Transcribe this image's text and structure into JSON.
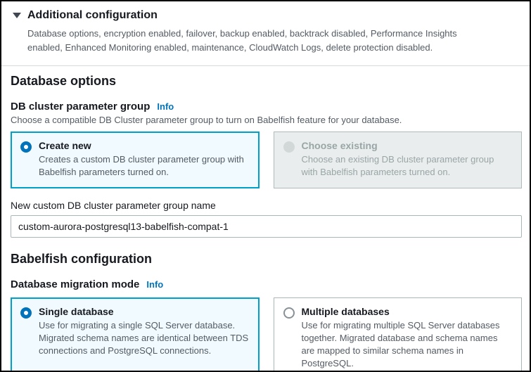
{
  "colors": {
    "accent_blue": "#0073bb",
    "selected_border": "#00a1c9",
    "selected_bg": "#f1faff",
    "disabled_bg": "#e9eded",
    "text_primary": "#16191f",
    "text_secondary": "#545b64"
  },
  "header": {
    "collapse_icon": "triangle-down",
    "title": "Additional configuration",
    "description": "Database options, encryption enabled, failover, backup enabled, backtrack disabled, Performance Insights enabled, Enhanced Monitoring enabled, maintenance, CloudWatch Logs, delete protection disabled."
  },
  "database_options": {
    "heading": "Database options",
    "param_group": {
      "label": "DB cluster parameter group",
      "info_label": "Info",
      "description": "Choose a compatible DB Cluster parameter group to turn on Babelfish feature for your database.",
      "options": [
        {
          "title": "Create new",
          "description": "Creates a custom DB cluster parameter group with Babelfish parameters turned on.",
          "selected": true,
          "disabled": false
        },
        {
          "title": "Choose existing",
          "description": "Choose an existing DB cluster parameter group with Babelfish parameters turned on.",
          "selected": false,
          "disabled": true
        }
      ]
    },
    "new_group_name": {
      "label": "New custom DB cluster parameter group name",
      "value": "custom-aurora-postgresql13-babelfish-compat-1"
    }
  },
  "babelfish": {
    "heading": "Babelfish configuration",
    "migration_mode": {
      "label": "Database migration mode",
      "info_label": "Info",
      "options": [
        {
          "title": "Single database",
          "description": "Use for migrating a single SQL Server database. Migrated schema names are identical between TDS connections and PostgreSQL connections.",
          "selected": true,
          "disabled": false
        },
        {
          "title": "Multiple databases",
          "description": "Use for migrating multiple SQL Server databases together. Migrated database and schema names are mapped to similar schema names in PostgreSQL.",
          "selected": false,
          "disabled": false
        }
      ]
    }
  }
}
